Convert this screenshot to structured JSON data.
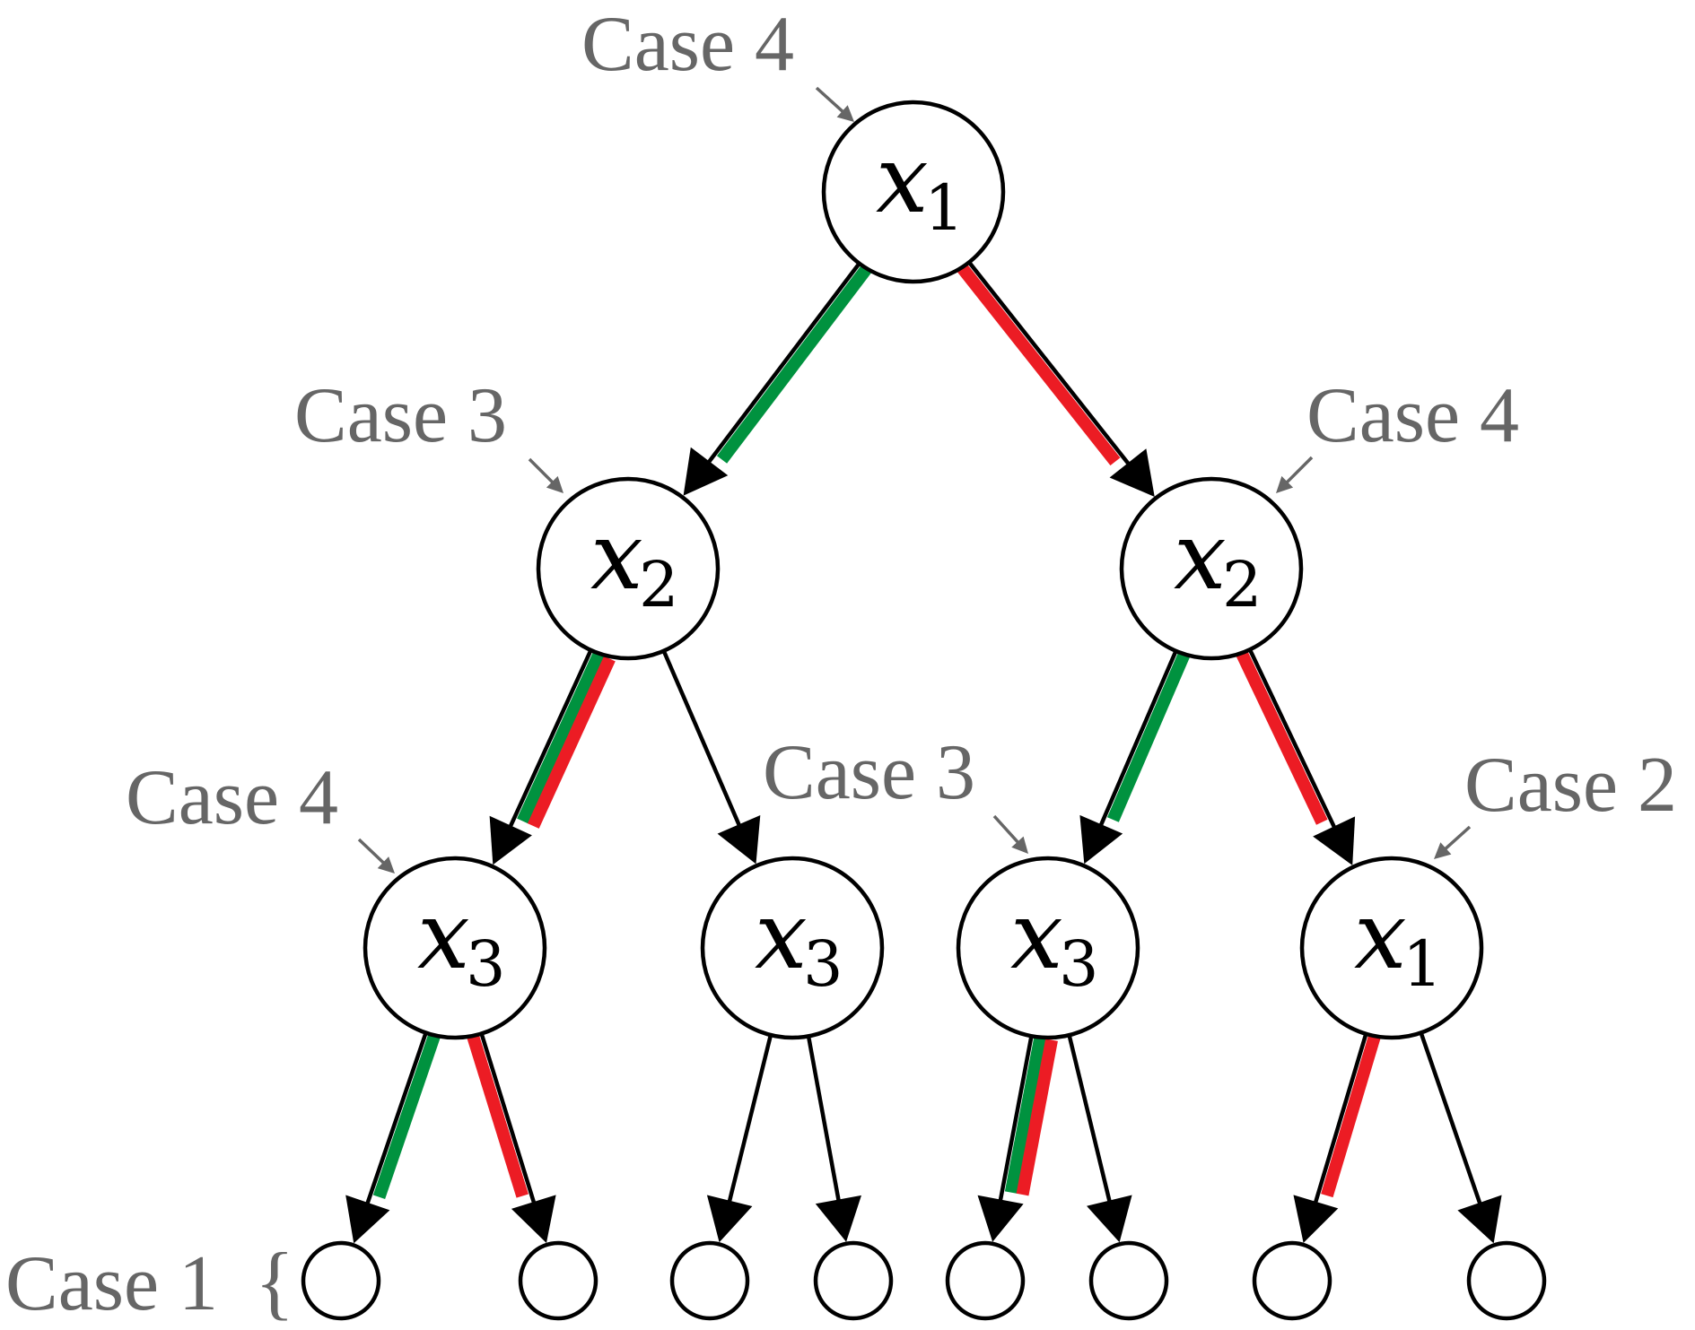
{
  "colors": {
    "green": "#00923f",
    "red": "#ec1c24",
    "edge": "#000000",
    "annotation": "#666666"
  },
  "nodes": [
    {
      "id": "root",
      "var": "x",
      "sub": "1"
    },
    {
      "id": "l2a",
      "var": "x",
      "sub": "2"
    },
    {
      "id": "l2b",
      "var": "x",
      "sub": "2"
    },
    {
      "id": "l3a",
      "var": "x",
      "sub": "3"
    },
    {
      "id": "l3b",
      "var": "x",
      "sub": "3"
    },
    {
      "id": "l3c",
      "var": "x",
      "sub": "3"
    },
    {
      "id": "l3d",
      "var": "x",
      "sub": "1"
    },
    {
      "id": "leaf1",
      "var": "",
      "sub": ""
    },
    {
      "id": "leaf2",
      "var": "",
      "sub": ""
    },
    {
      "id": "leaf3",
      "var": "",
      "sub": ""
    },
    {
      "id": "leaf4",
      "var": "",
      "sub": ""
    },
    {
      "id": "leaf5",
      "var": "",
      "sub": ""
    },
    {
      "id": "leaf6",
      "var": "",
      "sub": ""
    },
    {
      "id": "leaf7",
      "var": "",
      "sub": ""
    },
    {
      "id": "leaf8",
      "var": "",
      "sub": ""
    }
  ],
  "edges": [
    {
      "from": "root",
      "to": "l2a",
      "highlights": [
        "green"
      ]
    },
    {
      "from": "root",
      "to": "l2b",
      "highlights": [
        "red"
      ]
    },
    {
      "from": "l2a",
      "to": "l3a",
      "highlights": [
        "green",
        "red"
      ]
    },
    {
      "from": "l2a",
      "to": "l3b",
      "highlights": []
    },
    {
      "from": "l2b",
      "to": "l3c",
      "highlights": [
        "green"
      ]
    },
    {
      "from": "l2b",
      "to": "l3d",
      "highlights": [
        "red"
      ]
    },
    {
      "from": "l3a",
      "to": "leaf1",
      "highlights": [
        "green"
      ]
    },
    {
      "from": "l3a",
      "to": "leaf2",
      "highlights": [
        "red"
      ]
    },
    {
      "from": "l3b",
      "to": "leaf3",
      "highlights": []
    },
    {
      "from": "l3b",
      "to": "leaf4",
      "highlights": []
    },
    {
      "from": "l3c",
      "to": "leaf5",
      "highlights": [
        "green",
        "red"
      ]
    },
    {
      "from": "l3c",
      "to": "leaf6",
      "highlights": []
    },
    {
      "from": "l3d",
      "to": "leaf7",
      "highlights": [
        "red"
      ]
    },
    {
      "from": "l3d",
      "to": "leaf8",
      "highlights": []
    }
  ],
  "annotations": [
    {
      "target": "root",
      "label": "Case 4"
    },
    {
      "target": "l2a",
      "label": "Case 3"
    },
    {
      "target": "l2b",
      "label": "Case 4"
    },
    {
      "target": "l3a",
      "label": "Case 4"
    },
    {
      "target": "l3c",
      "label": "Case 3"
    },
    {
      "target": "l3d",
      "label": "Case 2"
    }
  ],
  "leaf_annotation": {
    "label": "Case 1",
    "brace": "{"
  }
}
